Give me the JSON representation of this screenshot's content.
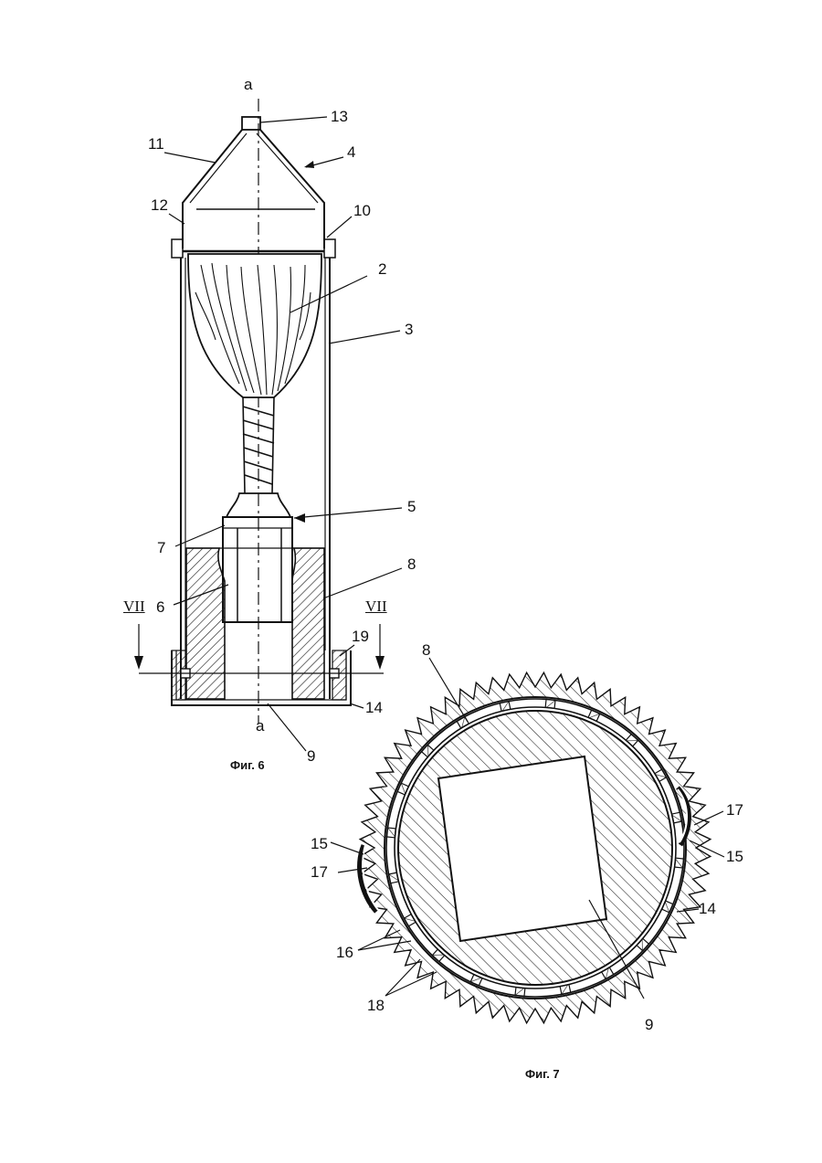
{
  "figure6": {
    "caption": "Фиг. 6",
    "axis_top": "a",
    "axis_bottom": "a",
    "section_left": "VII",
    "section_right": "VII",
    "labels": {
      "l2": "2",
      "l3": "3",
      "l4": "4",
      "l5": "5",
      "l6": "6",
      "l7": "7",
      "l8": "8",
      "l9": "9",
      "l10": "10",
      "l11": "11",
      "l12": "12",
      "l13": "13",
      "l14": "14",
      "l19": "19"
    }
  },
  "figure7": {
    "caption": "Фиг. 7",
    "labels": {
      "l8": "8",
      "l9": "9",
      "l14": "14",
      "l15a": "15",
      "l15b": "15",
      "l16": "16",
      "l17a": "17",
      "l17b": "17",
      "l18": "18"
    }
  },
  "colors": {
    "ink": "#111111",
    "paper": "#ffffff",
    "hatch": "#222222"
  }
}
